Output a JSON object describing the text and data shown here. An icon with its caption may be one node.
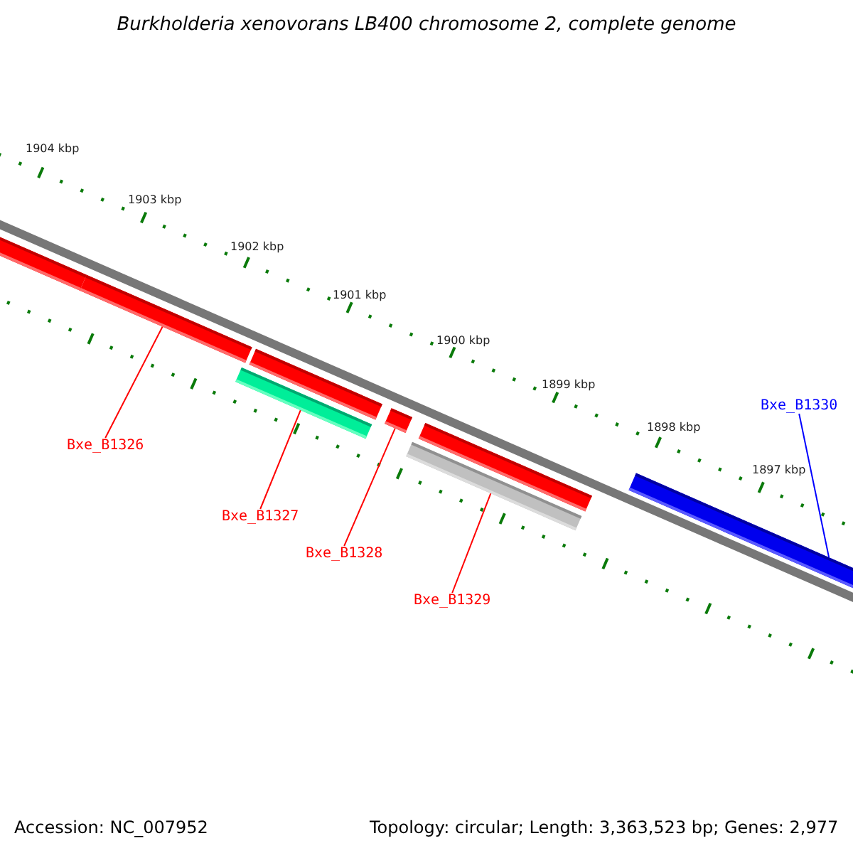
{
  "diagram": {
    "title": "Burkholderia xenovorans LB400 chromosome 2, complete genome",
    "nodes": [
      {
        "text": [],
        "shape": "bar"
      },
      {
        "text": [],
        "shape": "bar"
      },
      {
        "text": [],
        "shape": "bar"
      },
      {
        "text": [],
        "shape": "bar"
      },
      {
        "text": [],
        "shape": "bar"
      },
      {
        "text": [],
        "shape": "bar"
      },
      {
        "text": [],
        "shape": "bar"
      },
      {
        "text": [],
        "shape": "bar"
      },
      {
        "text": [
          "Bxe_B1326"
        ]
      },
      {
        "text": [
          "Bxe_B1327"
        ]
      },
      {
        "text": [
          "Bxe_B1328"
        ]
      },
      {
        "text": [
          "Bxe_B1329"
        ]
      },
      {
        "text": [
          "Bxe_B1330"
        ]
      }
    ],
    "edges": [
      {
        "from": 8,
        "to": 1,
        "arrow": "none"
      },
      {
        "from": 9,
        "to": 3,
        "arrow": "none"
      },
      {
        "from": 10,
        "to": 4,
        "arrow": "none"
      },
      {
        "from": 11,
        "to": 6,
        "arrow": "none"
      },
      {
        "from": 12,
        "to": 7,
        "arrow": "none",
        "color": "#0000ff"
      }
    ],
    "labels": [
      "1904 kbp",
      "1903 kbp",
      "1902 kbp",
      "1901 kbp",
      "1900 kbp",
      "1899 kbp",
      "1898 kbp",
      "1897 kbp",
      "Accession: NC_007952",
      "Topology: circular; Length: 3,363,523 bp; Genes: 2,977"
    ]
  }
}
